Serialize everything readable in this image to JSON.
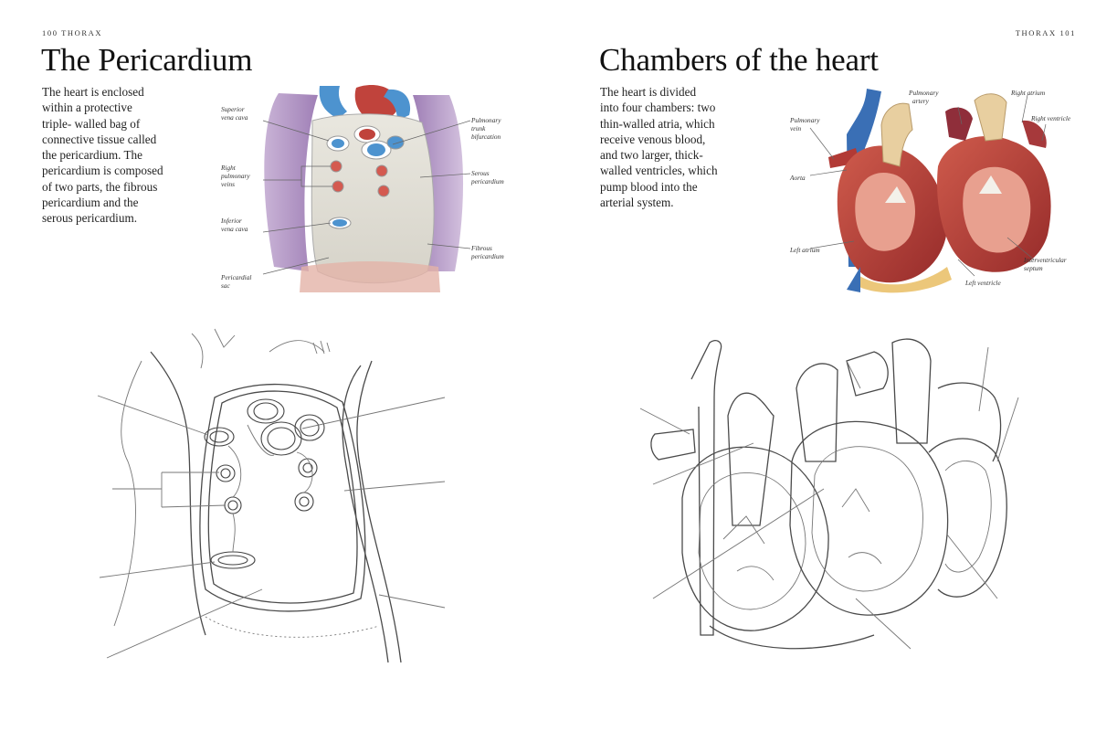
{
  "left_page": {
    "running_head": "100 THORAX",
    "title": "The Pericardium",
    "body_lines": [
      "The heart is enclosed",
      "within a protective",
      "triple- walled bag of",
      "connective tissue called",
      "the pericardium. The",
      "pericardium is composed",
      "of two parts, the fibrous",
      "pericardium and the",
      "serous pericardium."
    ],
    "labels": {
      "superior_vena_cava": [
        "Superior",
        "vena cava"
      ],
      "right_pulmonary_veins": [
        "Right",
        "pulmonary",
        "veins"
      ],
      "inferior_vena_cava": [
        "Inferior",
        "vena cava"
      ],
      "pericardial_sac": [
        "Pericardial",
        "sac"
      ],
      "pulmonary_trunk_bifurcation": [
        "Pulmonary",
        "trunk",
        "bifurcation"
      ],
      "serous_pericardium": [
        "Serous",
        "pericardium"
      ],
      "fibrous_pericardium": [
        "Fibrous",
        "pericardium"
      ]
    }
  },
  "right_page": {
    "running_head": "THORAX 101",
    "title": "Chambers of the heart",
    "body_lines": [
      "The heart is divided",
      "into four chambers: two",
      "thin-walled atria, which",
      "receive venous blood,",
      "and two larger, thick-",
      "walled ventricles, which",
      "pump blood into the",
      "arterial system."
    ],
    "labels": {
      "pulmonary_vein": [
        "Pulmonary",
        "vein"
      ],
      "pulmonary_artery": [
        "Pulmonary",
        "artery"
      ],
      "right_atrium": [
        "Right atrium"
      ],
      "right_ventricle": [
        "Right ventricle"
      ],
      "aorta": [
        "Aorta"
      ],
      "left_atrium": [
        "Left atrium"
      ],
      "interventricular_septum": [
        "Interventricular",
        "septum"
      ],
      "left_ventricle": [
        "Left ventricle"
      ]
    }
  },
  "colors": {
    "pericardium_purple": "#b79ac4",
    "vessel_blue": "#4d93cf",
    "vein_blue": "#3a6fb5",
    "muscle_red": "#b23a35",
    "muscle_light": "#d9806f",
    "artery_cream": "#e8cfa0",
    "fat_yellow": "#ecc77a",
    "membrane_gray": "#dcdcd6"
  }
}
